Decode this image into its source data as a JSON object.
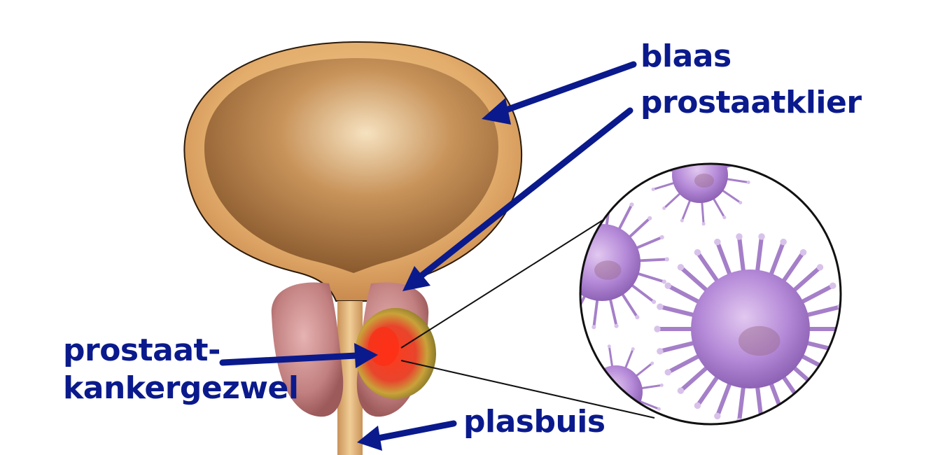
{
  "labels": {
    "bladder": "blaas",
    "prostate": "prostaatklier",
    "tumor_line1": "prostaat-",
    "tumor_line2": "kankergezwel",
    "urethra": "plasbuis"
  },
  "colors": {
    "label": "#0a1a8c",
    "arrow": "#0a1a8c",
    "bladder": "#d9a66b",
    "prostate": "#c98a8a",
    "tumor": "#e8452c",
    "cell": "#b58ad8"
  }
}
